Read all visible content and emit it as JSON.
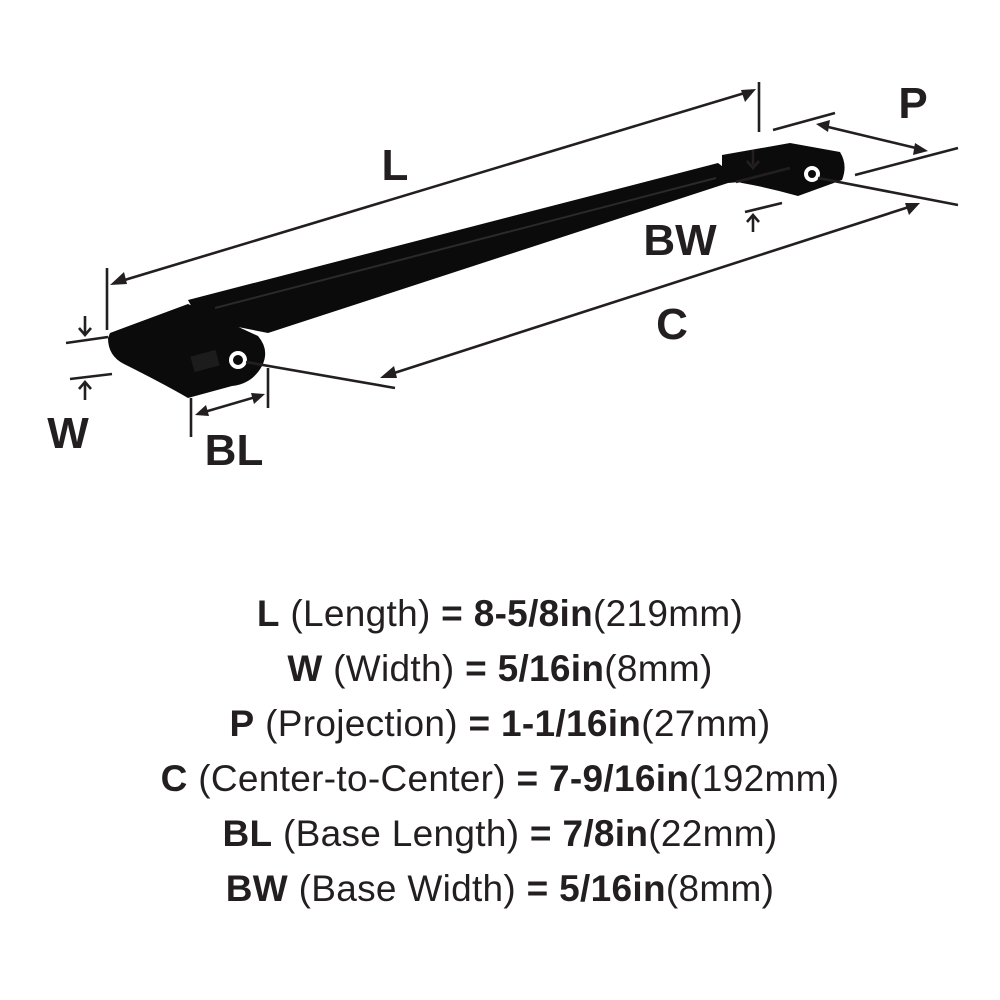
{
  "diagram": {
    "labels": {
      "length": "L",
      "width": "W",
      "projection": "P",
      "center_to_center": "C",
      "base_length": "BL",
      "base_width": "BW"
    },
    "colors": {
      "product": "#0b0b0b",
      "ink": "#231f20",
      "background": "#ffffff"
    }
  },
  "specs": [
    {
      "code": "L",
      "name": "(Length)",
      "eq": "=",
      "imperial": "8-5/8in",
      "metric": "(219mm)"
    },
    {
      "code": "W",
      "name": "(Width)",
      "eq": "=",
      "imperial": "5/16in",
      "metric": "(8mm)"
    },
    {
      "code": "P",
      "name": "(Projection)",
      "eq": "=",
      "imperial": "1-1/16in",
      "metric": "(27mm)"
    },
    {
      "code": "C",
      "name": "(Center-to-Center)",
      "eq": "=",
      "imperial": "7-9/16in",
      "metric": "(192mm)"
    },
    {
      "code": "BL",
      "name": "(Base Length)",
      "eq": "=",
      "imperial": "7/8in",
      "metric": "(22mm)"
    },
    {
      "code": "BW",
      "name": "(Base Width)",
      "eq": "=",
      "imperial": "5/16in",
      "metric": "(8mm)"
    }
  ]
}
